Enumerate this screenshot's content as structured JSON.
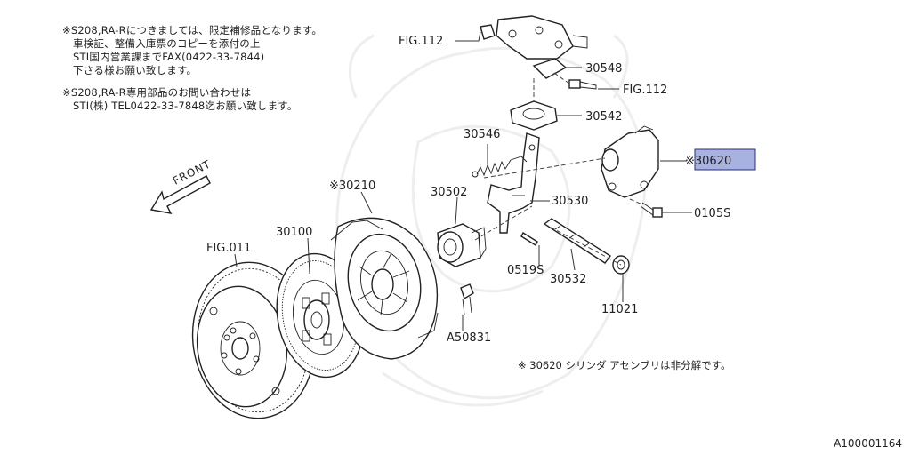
{
  "notes": {
    "line1": "※S208,RA-Rにつきましては、限定補修品となります。",
    "line2": "車検証、整備入庫票のコピーを添付の上",
    "line3": "STI国内営業課までFAX(0422-33-7844)",
    "line4": "下さる様お願い致します。",
    "line5": "※S208,RA-R専用部品のお問い合わせは",
    "line6": "STI(株) TEL0422-33-7848迄お願い致します。"
  },
  "front_label": "FRONT",
  "labels": {
    "fig112_top": "FIG.112",
    "p30548": "30548",
    "fig112_bolt": "FIG.112",
    "p30542": "30542",
    "p30546": "30546",
    "p30620": "※30620",
    "p30210": "※30210",
    "p30502": "30502",
    "p30530": "30530",
    "p0105s": "0105S",
    "p30100": "30100",
    "fig011": "FIG.011",
    "p0519s": "0519S",
    "p30532": "30532",
    "p11021": "11021",
    "a50831": "A50831"
  },
  "highlight_color": "#a8b2e0",
  "caution": "※ 30620 シリンダ アセンブリは非分解です。",
  "reference_id": "A100001164"
}
